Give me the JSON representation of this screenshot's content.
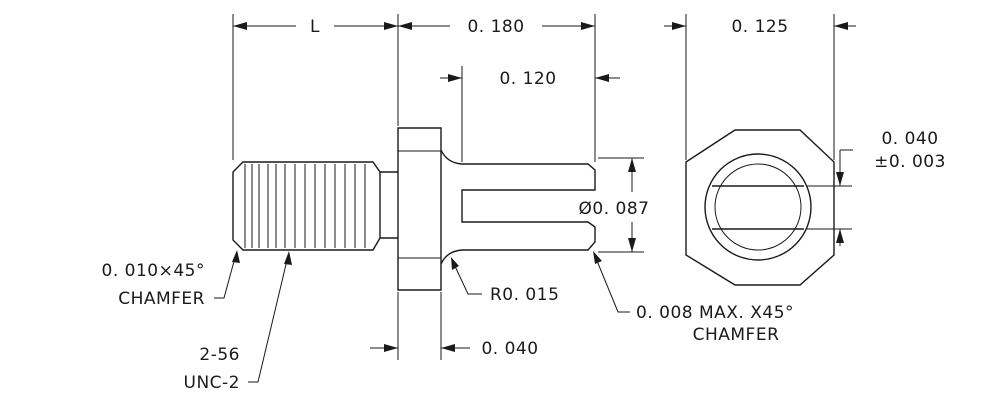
{
  "labels": {
    "dim_L": "L",
    "dim_0180": "0. 180",
    "dim_0125": "0. 125",
    "dim_0120": "0. 120",
    "dim_0040_top": "0. 040",
    "tol_0003": "±0. 003",
    "dia_0087": "Ø0. 087",
    "chamfer_size": "0. 010×45°",
    "chamfer_word": "CHAMFER",
    "radius": "R0. 015",
    "max_chamfer": "0. 008 MAX. X45°",
    "max_chamfer_word": "CHAMFER",
    "thread_size": "2-56",
    "thread_class": "UNC-2",
    "dim_0040_bottom": "0. 040"
  }
}
